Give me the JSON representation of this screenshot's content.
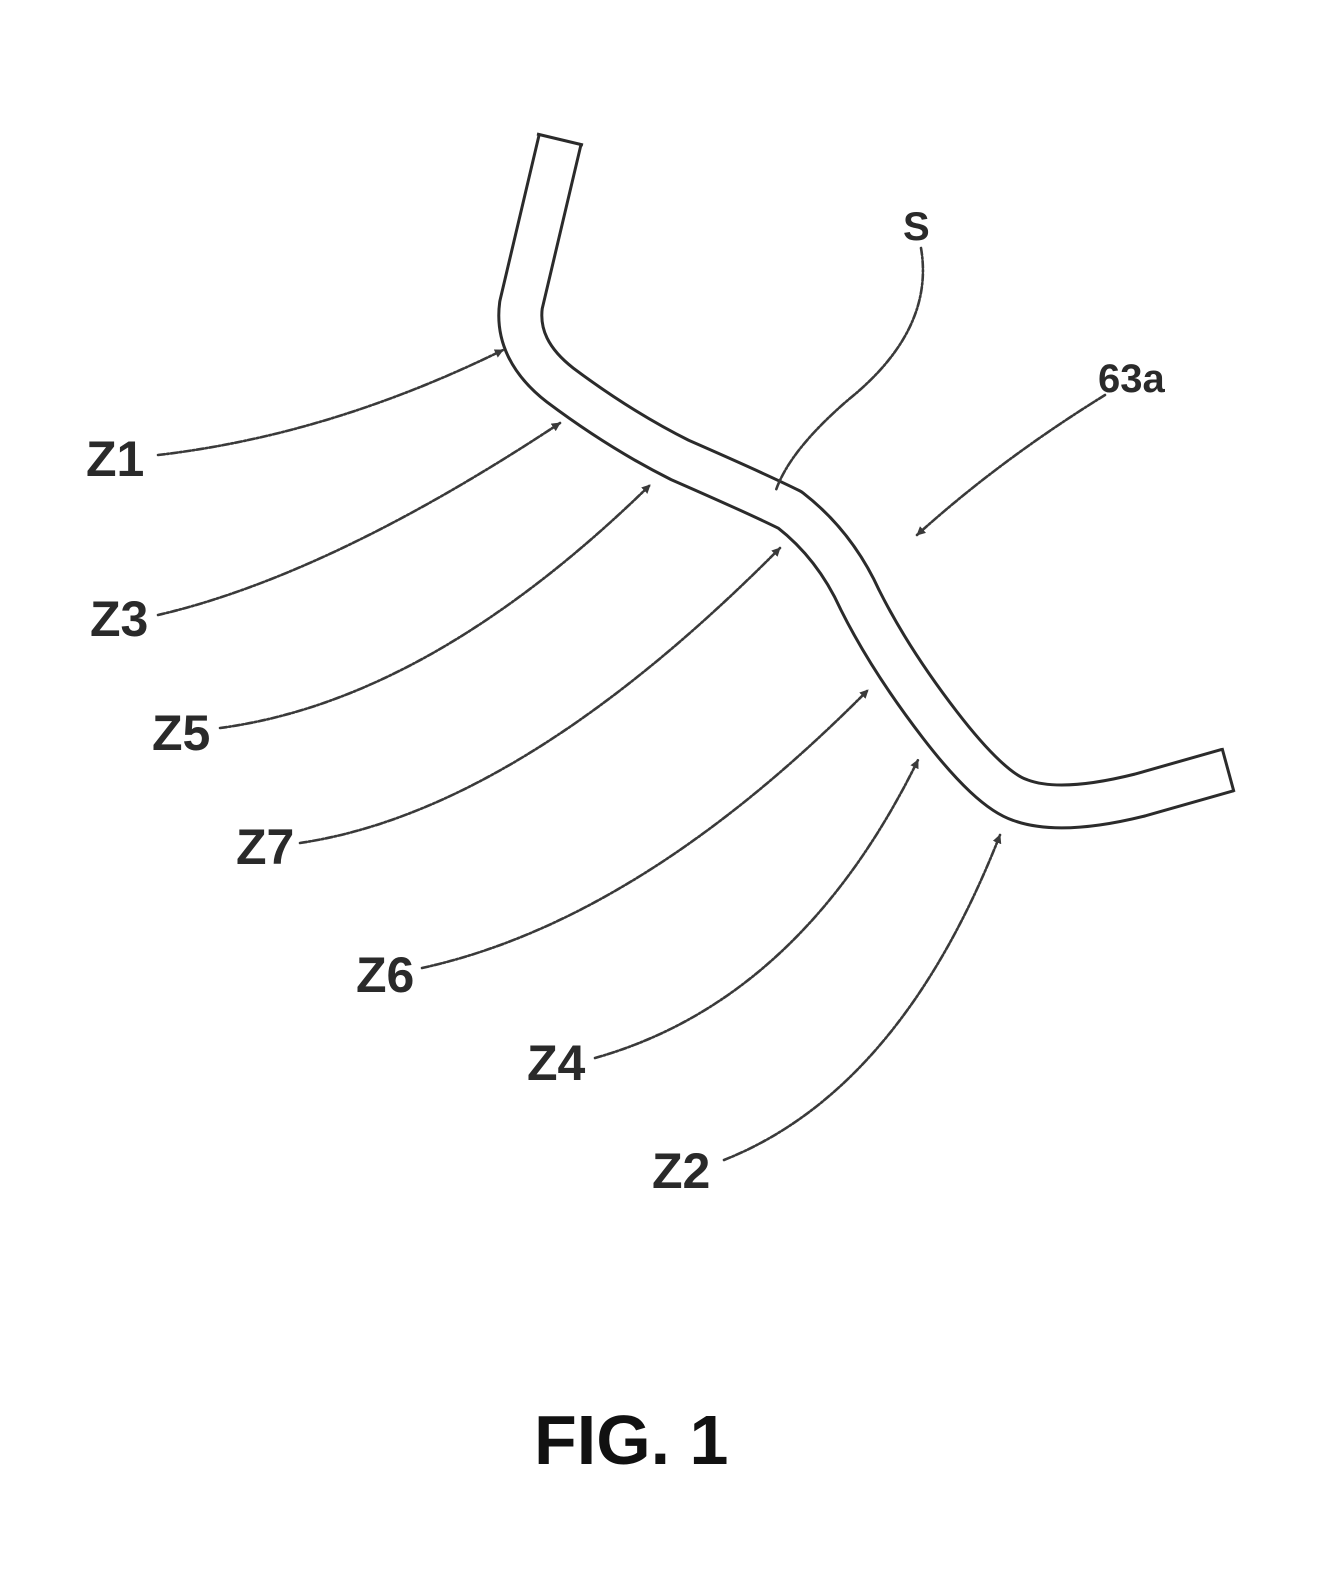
{
  "figure": {
    "caption": "FIG. 1",
    "labels": {
      "z1": "Z1",
      "z2": "Z2",
      "z3": "Z3",
      "z4": "Z4",
      "z5": "Z5",
      "z6": "Z6",
      "z7": "Z7",
      "s": "S",
      "ref": "63a"
    }
  }
}
